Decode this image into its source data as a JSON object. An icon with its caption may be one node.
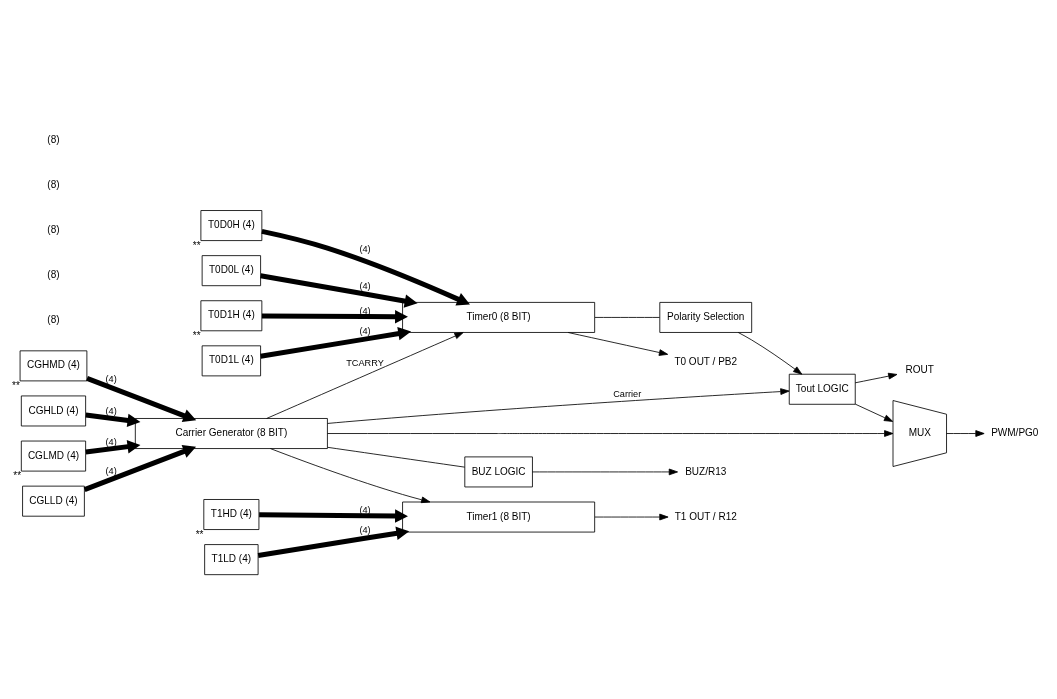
{
  "diagram": {
    "nodes": [
      {
        "text": [
          "Timer0 (8 BIT)"
        ]
      },
      {
        "text": [
          "T0D0H (4)"
        ],
        "beside": [
          "**"
        ]
      },
      {
        "text": [
          "T0D0L (4)"
        ]
      },
      {
        "text": [
          "T0D1H (4)"
        ],
        "beside": [
          "**"
        ]
      },
      {
        "text": [
          "T0D1L (4)"
        ]
      },
      {
        "text": [
          "Polarity Selection"
        ]
      },
      {
        "text": [
          "Tout LOGIC"
        ]
      },
      {
        "text": [
          "Carrier Generator (8 BIT)"
        ]
      },
      {
        "text": [
          "CGHMD (4)"
        ],
        "beside": [
          "**"
        ]
      },
      {
        "text": [
          "CGHLD (4)"
        ]
      },
      {
        "text": [
          "CGLMD (4)"
        ],
        "beside": [
          "**"
        ]
      },
      {
        "text": [
          "CGLLD (4)"
        ]
      },
      {
        "text": [
          "MUX"
        ]
      },
      {
        "text": [
          "BUZ LOGIC"
        ]
      },
      {
        "text": [
          "Timer1 (8 BIT)"
        ]
      },
      {
        "text": [
          "T1HD (4)"
        ],
        "beside": [
          "**"
        ]
      },
      {
        "text": [
          "T1LD (4)"
        ]
      },
      {
        "text": [
          "T0 OUT / PB2"
        ]
      },
      {
        "text": [
          "ROUT"
        ]
      },
      {
        "text": [
          "PWM/PG0"
        ]
      },
      {
        "text": [
          "BUZ/R13"
        ]
      },
      {
        "text": [
          "T1 OUT / R12"
        ]
      }
    ],
    "edges": [
      {
        "from": 1,
        "to": 0,
        "arrow": "to",
        "label": "(4)",
        "style": "thick"
      },
      {
        "from": 2,
        "to": 0,
        "arrow": "to",
        "label": "(4)",
        "style": "thick"
      },
      {
        "from": 3,
        "to": 0,
        "arrow": "to",
        "label": "(4)",
        "style": "thick"
      },
      {
        "from": 4,
        "to": 0,
        "arrow": "to",
        "label": "(4)",
        "style": "thick"
      },
      {
        "from": 8,
        "to": 7,
        "arrow": "to",
        "label": "(4)",
        "style": "thick"
      },
      {
        "from": 9,
        "to": 7,
        "arrow": "to",
        "label": "(4)",
        "style": "thick"
      },
      {
        "from": 10,
        "to": 7,
        "arrow": "to",
        "label": "(4)",
        "style": "thick"
      },
      {
        "from": 11,
        "to": 7,
        "arrow": "to",
        "label": "(4)",
        "style": "thick"
      },
      {
        "from": 15,
        "to": 14,
        "arrow": "to",
        "label": "(4)",
        "style": "thick"
      },
      {
        "from": 16,
        "to": 14,
        "arrow": "to",
        "label": "(4)",
        "style": "thick"
      },
      {
        "from": 7,
        "to": 0,
        "arrow": "to",
        "label": "TCARRY"
      },
      {
        "from": 7,
        "to": 14,
        "arrow": "to"
      },
      {
        "from": 0,
        "to": 17,
        "arrow": "to"
      },
      {
        "from": 0,
        "to": 5,
        "arrow": "none"
      },
      {
        "from": 5,
        "to": 6,
        "arrow": "to"
      },
      {
        "from": 7,
        "to": 6,
        "arrow": "to",
        "label": "Carrier"
      },
      {
        "from": 7,
        "to": 12,
        "arrow": "to"
      },
      {
        "from": 7,
        "to": 13,
        "arrow": "none"
      },
      {
        "from": 6,
        "to": 18,
        "arrow": "to"
      },
      {
        "from": 6,
        "to": 12,
        "arrow": "to"
      },
      {
        "from": 12,
        "to": 19,
        "arrow": "to"
      },
      {
        "from": 13,
        "to": 20,
        "arrow": "to"
      },
      {
        "from": 14,
        "to": 21,
        "arrow": "to"
      }
    ],
    "labels": [
      "(8)",
      "(8)",
      "(8)",
      "(8)",
      "(8)"
    ]
  }
}
